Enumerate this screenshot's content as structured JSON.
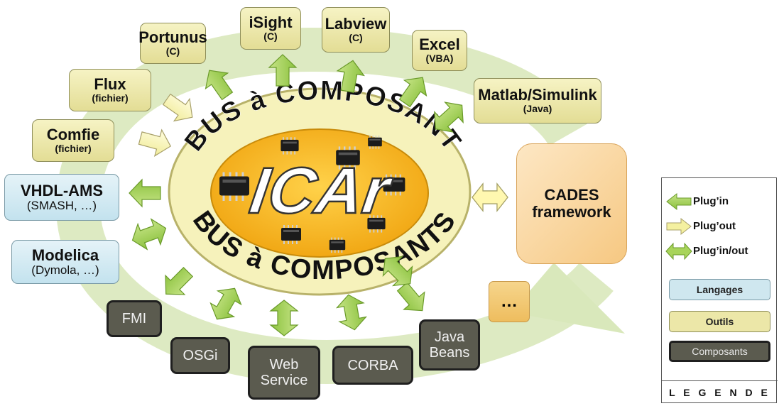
{
  "bus": {
    "top_text": "BUS à COMPOSANT",
    "bottom_text": "BUS à COMPOSANTS",
    "center_logo": "ICAr"
  },
  "tools": [
    {
      "id": "portunus",
      "title": "Portunus",
      "sub": "(C)"
    },
    {
      "id": "isight",
      "title": "iSight",
      "sub": "(C)"
    },
    {
      "id": "labview",
      "title": "Labview",
      "sub": "(C)"
    },
    {
      "id": "excel",
      "title": "Excel",
      "sub": "(VBA)"
    },
    {
      "id": "matlab",
      "title": "Matlab/Simulink",
      "sub": "(Java)"
    },
    {
      "id": "flux",
      "title": "Flux",
      "sub": "(fichier)"
    },
    {
      "id": "comfie",
      "title": "Comfie",
      "sub": "(fichier)"
    }
  ],
  "languages": [
    {
      "id": "vhdl",
      "title": "VHDL-AMS",
      "sub": "(SMASH, …)"
    },
    {
      "id": "modelica",
      "title": "Modelica",
      "sub": "(Dymola, …)"
    }
  ],
  "components": [
    {
      "id": "fmi",
      "label": "FMI"
    },
    {
      "id": "osgi",
      "label": "OSGi"
    },
    {
      "id": "webservice",
      "label": "Web Service"
    },
    {
      "id": "corba",
      "label": "CORBA"
    },
    {
      "id": "javabeans",
      "label": "Java Beans"
    }
  ],
  "cades": "CADES framework",
  "ellipsis": "…",
  "legend": {
    "plugin": "Plug’in",
    "plugout": "Plug’out",
    "pluginout": "Plug’in/out",
    "langages": "Langages",
    "outils": "Outils",
    "composants": "Composants",
    "title": "L E G E N D E"
  },
  "colors": {
    "arrow_green": "#a8d45a",
    "arrow_yellow": "#f4f0a0",
    "ring_green": "#d6e7b5",
    "outer_ellipse": "#f6f2bb",
    "inner_ellipse": "#f4b41a"
  }
}
